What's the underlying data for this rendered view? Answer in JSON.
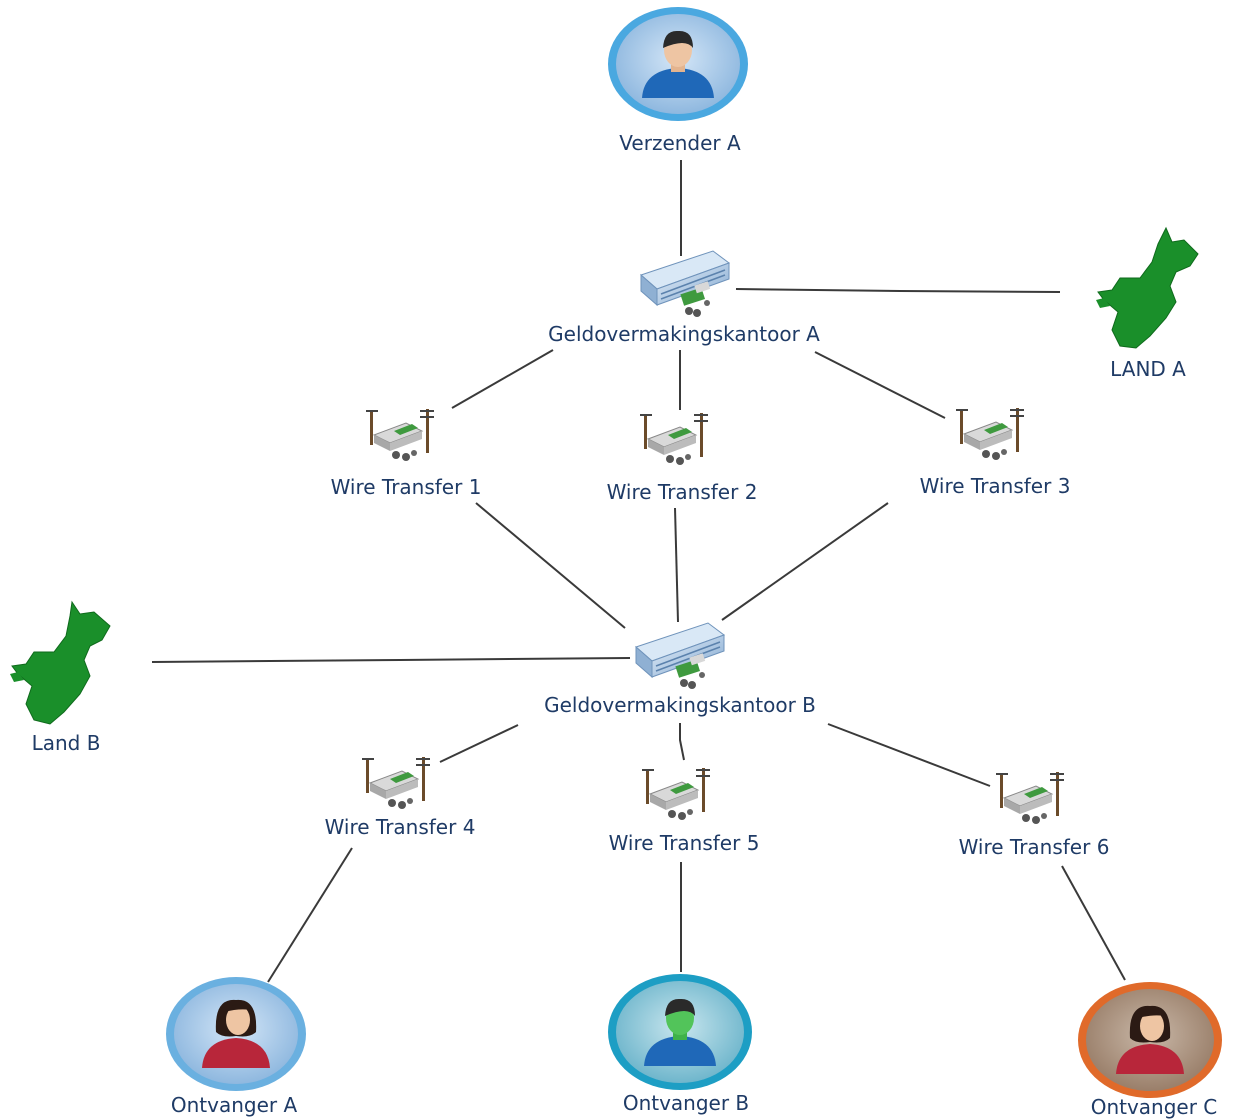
{
  "nodes": {
    "sender_a": {
      "label": "Verzender A",
      "type": "person-male"
    },
    "office_a": {
      "label": "Geldovermakingskantoor A",
      "type": "office-building"
    },
    "land_a": {
      "label": "LAND A",
      "type": "map-region"
    },
    "land_b": {
      "label": "Land B",
      "type": "map-region"
    },
    "office_b": {
      "label": "Geldovermakingskantoor B",
      "type": "office-building"
    },
    "wt1": {
      "label": "Wire Transfer  1",
      "type": "wire-transfer"
    },
    "wt2": {
      "label": "Wire Transfer  2",
      "type": "wire-transfer"
    },
    "wt3": {
      "label": "Wire Transfer  3",
      "type": "wire-transfer"
    },
    "wt4": {
      "label": "Wire Transfer  4",
      "type": "wire-transfer"
    },
    "wt5": {
      "label": "Wire Transfer  5",
      "type": "wire-transfer"
    },
    "wt6": {
      "label": "Wire Transfer  6",
      "type": "wire-transfer"
    },
    "recv_a": {
      "label": "Ontvanger A",
      "type": "person-female"
    },
    "recv_b": {
      "label": "Ontvanger B",
      "type": "person-male"
    },
    "recv_c": {
      "label": "Ontvanger C",
      "type": "person-female"
    }
  },
  "edges": [
    [
      "sender_a",
      "office_a"
    ],
    [
      "office_a",
      "land_a"
    ],
    [
      "office_a",
      "wt1"
    ],
    [
      "office_a",
      "wt2"
    ],
    [
      "office_a",
      "wt3"
    ],
    [
      "wt1",
      "office_b"
    ],
    [
      "wt2",
      "office_b"
    ],
    [
      "wt3",
      "office_b"
    ],
    [
      "land_b",
      "office_b"
    ],
    [
      "office_b",
      "wt4"
    ],
    [
      "office_b",
      "wt5"
    ],
    [
      "office_b",
      "wt6"
    ],
    [
      "wt4",
      "recv_a"
    ],
    [
      "wt5",
      "recv_b"
    ],
    [
      "wt6",
      "recv_c"
    ]
  ],
  "colors": {
    "edge": "#3a3a3a",
    "label": "#1f3b66",
    "land": "#1a8f2a",
    "ring_blue": "#4aa8e0",
    "ring_teal": "#1d9ec4",
    "ring_orange": "#e06a2a"
  }
}
